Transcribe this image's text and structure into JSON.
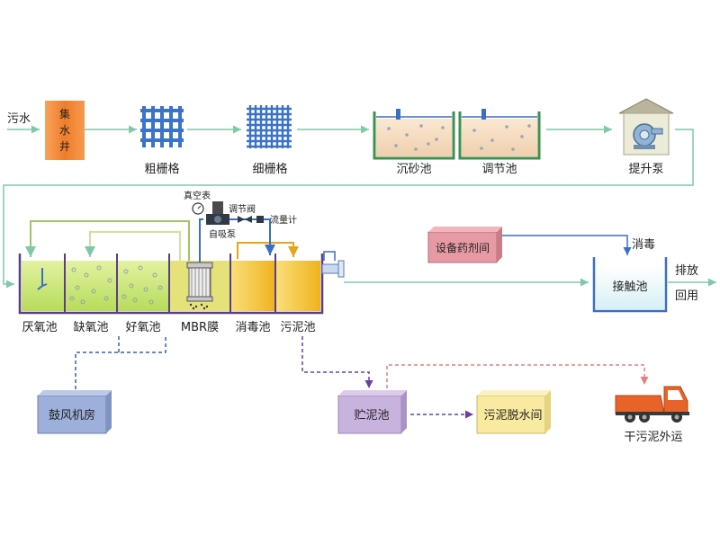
{
  "row1": {
    "sewage": "污水",
    "well": [
      "集",
      "水",
      "井"
    ],
    "coarse_screen": "粗栅格",
    "fine_screen": "细栅格",
    "grit_tank": "沉砂池",
    "equalization_tank": "调节池",
    "lift_pump": "提升泵"
  },
  "row2": {
    "vacuum_gauge": "真空表",
    "regulating_valve": "调节阀",
    "self_priming_pump": "自吸泵",
    "flowmeter": "流量计",
    "anaerobic": "厌氧池",
    "anoxic": "缺氧池",
    "aerobic": "好氧池",
    "mbr": "MBR膜",
    "disinfection": "消毒池",
    "sludge_tank": "污泥池",
    "chem_room": "设备药剂间",
    "disinfect_label": "消毒",
    "contact_tank": "接触池",
    "discharge": "排放",
    "reuse": "回用"
  },
  "row3": {
    "blower_room": "鼓风机房",
    "sludge_storage": "贮泥池",
    "dewatering_room": "污泥脱水间",
    "transport": "干污泥外运"
  },
  "colors": {
    "flow_line": "#7fc8a9",
    "blue_pipe": "#3a6fc4",
    "grid": "#3b73c8",
    "well": "#f08a3c",
    "sand": "#f3dcc2",
    "tank_green": "#c9e57b",
    "tank_yellow": "#f2cb3e",
    "chem_box": "#e79aa4",
    "blower_box": "#9db0dc",
    "sludge_box": "#c8b3df",
    "dewater_box": "#f8ea9e",
    "truck": "#e8632a"
  }
}
